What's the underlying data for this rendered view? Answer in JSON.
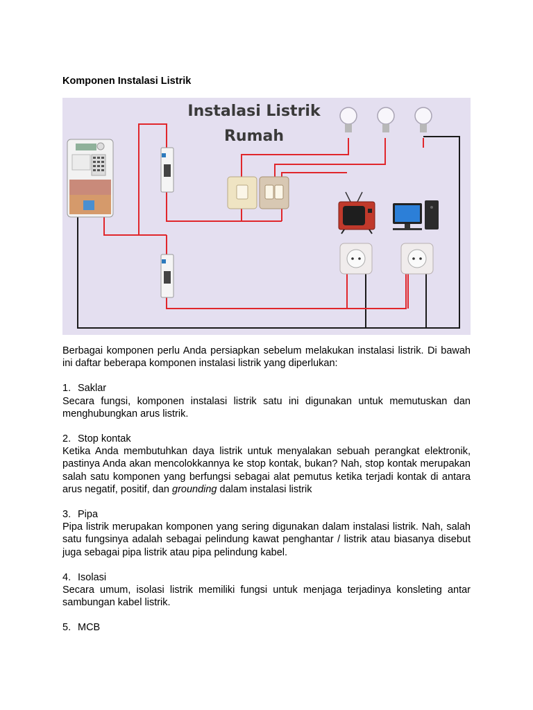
{
  "document": {
    "heading": "Komponen Instalasi Listrik",
    "intro": "Berbagai komponen perlu Anda persiapkan sebelum melakukan instalasi listrik. Di bawah ini daftar beberapa komponen instalasi listrik yang diperlukan:",
    "items": [
      {
        "number": "1.",
        "title": "Saklar",
        "body": "Secara fungsi, komponen instalasi listrik satu ini digunakan untuk memutuskan dan menghubungkan arus listrik."
      },
      {
        "number": "2.",
        "title": "Stop kontak",
        "body_before": "Ketika Anda membutuhkan daya listrik untuk menyalakan sebuah perangkat elektronik, pastinya Anda akan mencolokkannya ke stop kontak, bukan? Nah, stop kontak merupakan salah satu komponen yang berfungsi sebagai alat pemutus ketika terjadi kontak di antara arus negatif, positif, dan ",
        "body_emph": "grounding",
        "body_after": " dalam instalasi listrik"
      },
      {
        "number": "3.",
        "title": "Pipa",
        "body": "Pipa listrik merupakan komponen yang sering digunakan dalam instalasi listrik. Nah, salah satu fungsinya adalah sebagai pelindung kawat penghantar / listrik atau biasanya disebut juga sebagai pipa listrik atau pipa pelindung kabel."
      },
      {
        "number": "4.",
        "title": "Isolasi",
        "body": "Secara umum, isolasi listrik memiliki fungsi untuk menjaga terjadinya konsleting antar sambungan kabel listrik."
      },
      {
        "number": "5.",
        "title": "MCB"
      }
    ]
  },
  "diagram": {
    "title_line1": "Instalasi Listrik",
    "title_line2": "Rumah",
    "meter_display": "",
    "colors": {
      "background": "#e4dff0",
      "wire_live": "#e0262b",
      "wire_neutral": "#1a1a1a",
      "title": "#3a3a3a"
    },
    "icons": [
      "kwh-meter-icon",
      "mcb-icon",
      "light-switch-icon",
      "double-switch-icon",
      "light-bulb-icon",
      "television-icon",
      "computer-icon",
      "power-socket-icon"
    ]
  }
}
